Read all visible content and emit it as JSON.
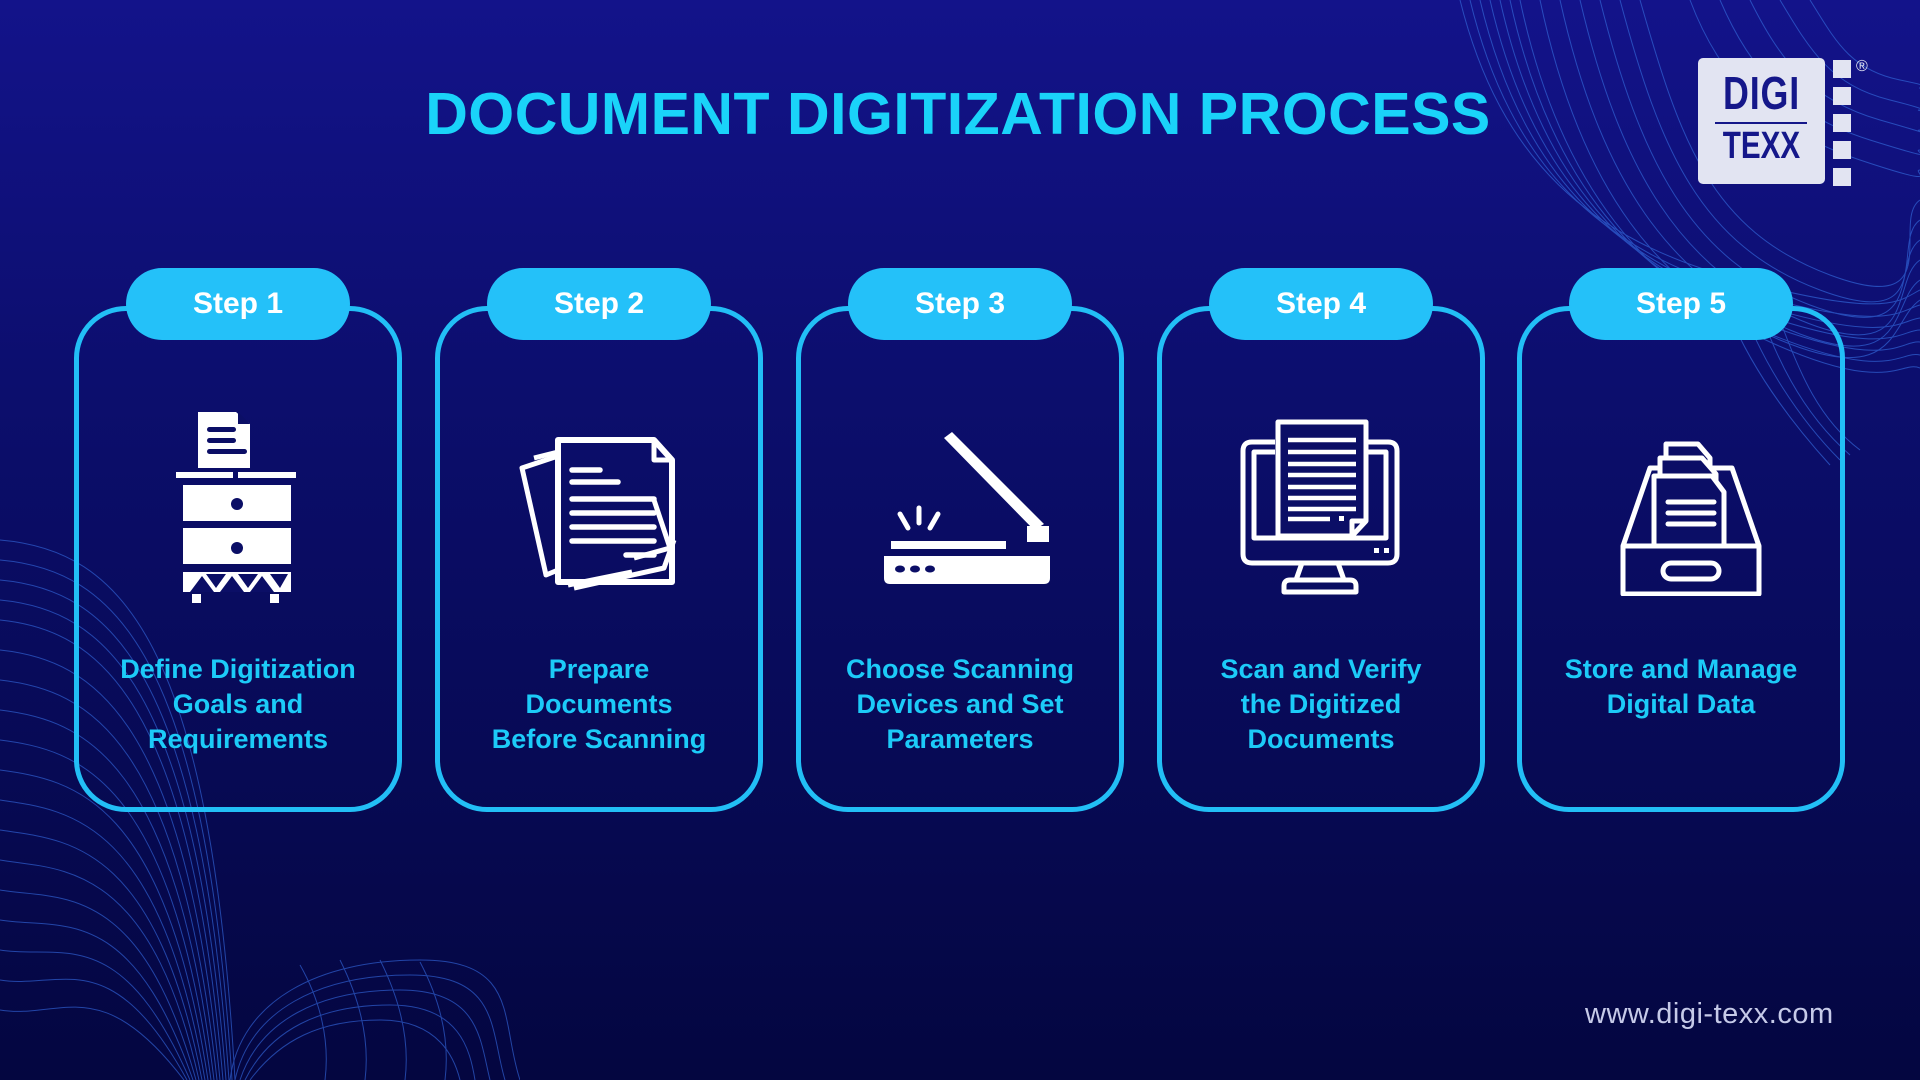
{
  "title": "DOCUMENT DIGITIZATION PROCESS",
  "logo": {
    "line1": "DIGI",
    "line2": "TEXX",
    "registered": "®"
  },
  "colors": {
    "accent_cyan": "#1AD3F9",
    "card_border": "#22BFF6",
    "pill_bg": "#24C1F9",
    "bg_top": "#13138A",
    "bg_bottom": "#040640",
    "icon_white": "#FFFFFF"
  },
  "steps": [
    {
      "label": "Step 1",
      "icon": "filing-cabinet-document-icon",
      "description": "Define Digitization Goals and Requirements",
      "lines": [
        "Define Digitization",
        "Goals and",
        "Requirements"
      ]
    },
    {
      "label": "Step 2",
      "icon": "document-stack-icon",
      "description": "Prepare Documents Before Scanning",
      "lines": [
        "Prepare",
        "Documents",
        "Before Scanning"
      ]
    },
    {
      "label": "Step 3",
      "icon": "flatbed-scanner-icon",
      "description": "Choose Scanning Devices and Set Parameters",
      "lines": [
        "Choose Scanning",
        "Devices and Set",
        "Parameters"
      ]
    },
    {
      "label": "Step 4",
      "icon": "monitor-document-icon",
      "description": "Scan and Verify the Digitized Documents",
      "lines": [
        "Scan and Verify",
        "the Digitized",
        "Documents"
      ]
    },
    {
      "label": "Step 5",
      "icon": "archive-drawer-icon",
      "description": "Store and Manage Digital Data",
      "lines": [
        "Store and Manage",
        "Digital Data"
      ]
    }
  ],
  "footer": {
    "url": "www.digi-texx.com"
  }
}
